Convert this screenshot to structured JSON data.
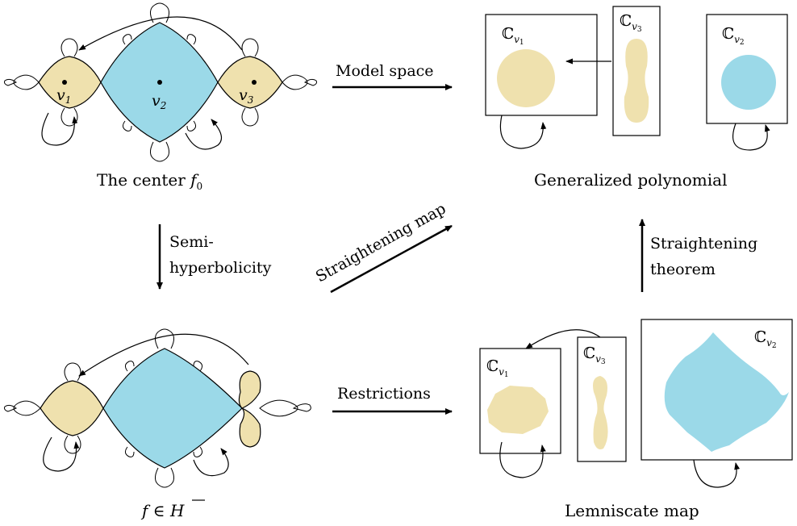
{
  "colors": {
    "basin_yellow": "#EFE1AE",
    "basin_blue": "#9BD9E8",
    "stroke": "#000000"
  },
  "panels": {
    "center": {
      "caption_text": "The center ",
      "caption_var": "f",
      "caption_sub": "0",
      "point_labels": [
        {
          "main": "v",
          "sub": "1"
        },
        {
          "main": "v",
          "sub": "2"
        },
        {
          "main": "v",
          "sub": "3"
        }
      ]
    },
    "generalized_polynomial": {
      "caption": "Generalized polynomial",
      "boxes": [
        {
          "label": "ℂ",
          "sub_main": "v",
          "sub_idx": "1"
        },
        {
          "label": "ℂ",
          "sub_main": "v",
          "sub_idx": "3"
        },
        {
          "label": "ℂ",
          "sub_main": "v",
          "sub_idx": "2"
        }
      ]
    },
    "perturbed": {
      "caption_var": "f",
      "caption_rel": " ∈ ",
      "caption_set": "H"
    },
    "lemniscate": {
      "caption": "Lemniscate map",
      "boxes": [
        {
          "label": "ℂ",
          "sub_main": "v",
          "sub_idx": "1"
        },
        {
          "label": "ℂ",
          "sub_main": "v",
          "sub_idx": "3"
        },
        {
          "label": "ℂ",
          "sub_main": "v",
          "sub_idx": "2"
        }
      ]
    }
  },
  "arrows": {
    "model_space": "Model space",
    "restrictions": "Restrictions",
    "straightening_map": "Straightening map",
    "semi_line1": "Semi-",
    "semi_line2": "hyperbolicity",
    "straight_thm_line1": "Straightening",
    "straight_thm_line2": "theorem"
  }
}
